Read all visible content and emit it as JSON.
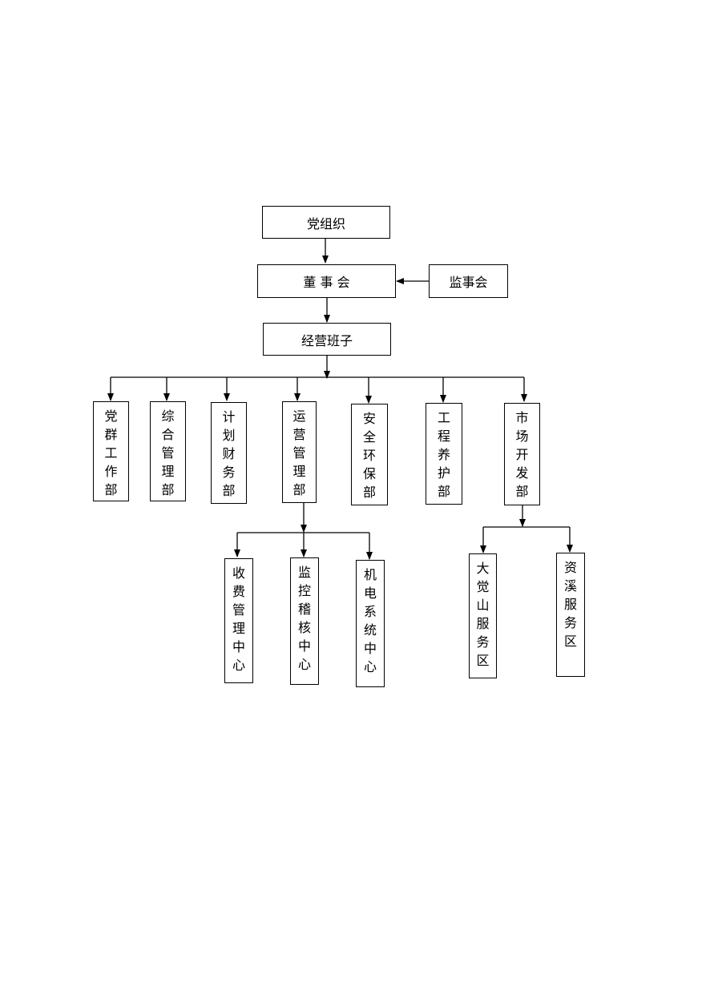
{
  "top": {
    "party": "党组织",
    "board": "董 事 会",
    "supervisors": "监事会",
    "management": "经营班子"
  },
  "departments": [
    "党群工作部",
    "综合管理部",
    "计划财务部",
    "运营管理部",
    "安全环保部",
    "工程养护部",
    "市场开发部"
  ],
  "operations_centers": [
    "收费管理中心",
    "监控稽核中心",
    "机电系统中心"
  ],
  "market_service_areas": [
    "大觉山服务区",
    "资溪服务区"
  ]
}
